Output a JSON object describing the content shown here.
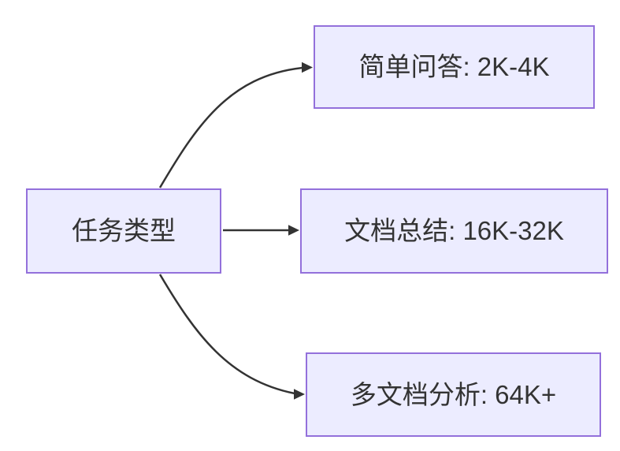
{
  "diagram": {
    "type": "flowchart-lr",
    "background_color": "#ffffff",
    "node_fill_color": "#ECECFF",
    "node_border_color": "#9370DB",
    "text_color": "#333333",
    "arrow_color": "#333333",
    "root": {
      "label": "任务类型"
    },
    "branches": [
      {
        "label": "简单问答: 2K-4K"
      },
      {
        "label": "文档总结: 16K-32K"
      },
      {
        "label": "多文档分析: 64K+"
      }
    ]
  }
}
